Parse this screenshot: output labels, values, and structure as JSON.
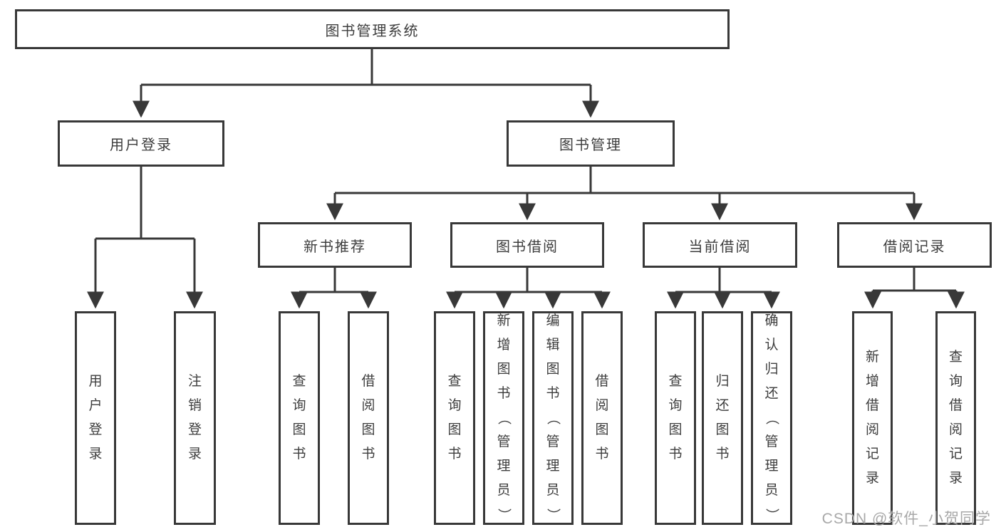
{
  "diagram": {
    "root": {
      "label": "图书管理系统"
    },
    "branches": [
      {
        "label": "用户登录",
        "children": [
          "用户登录",
          "注销登录"
        ]
      },
      {
        "label": "图书管理",
        "modules": [
          {
            "label": "新书推荐",
            "children": [
              "查询图书",
              "借阅图书"
            ]
          },
          {
            "label": "图书借阅",
            "children": [
              "查询图书",
              "新增图书（管理员）",
              "编辑图书（管理员）",
              "借阅图书"
            ]
          },
          {
            "label": "当前借阅",
            "children": [
              "查询图书",
              "归还图书",
              "确认归还（管理员）"
            ]
          },
          {
            "label": "借阅记录",
            "children": [
              "新增借阅记录",
              "查询借阅记录"
            ]
          }
        ]
      }
    ]
  },
  "watermark": {
    "text": "CSDN @软件_小贺同学"
  },
  "colors": {
    "line": "#383838",
    "border": "#383838",
    "text": "#3d3d3d",
    "background": "#ffffff",
    "watermark": "#a8a8a8"
  }
}
